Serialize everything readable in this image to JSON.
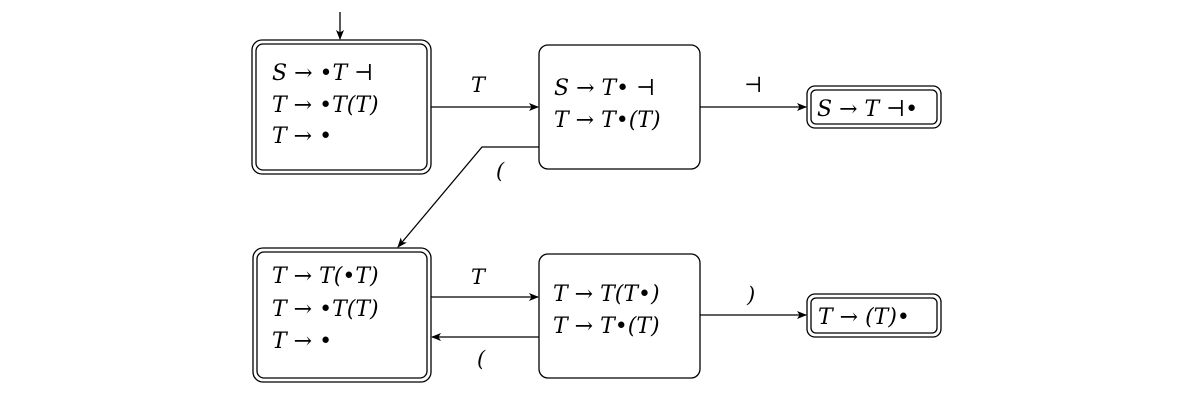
{
  "states": {
    "s0": {
      "accepting": true,
      "items": [
        "S → •T ⊣",
        "T → •T(T)",
        "T → •"
      ]
    },
    "s1": {
      "accepting": false,
      "items": [
        "S → T• ⊣",
        "T → T•(T)"
      ]
    },
    "s2": {
      "accepting": true,
      "items": [
        "S → T ⊣•"
      ]
    },
    "s3": {
      "accepting": true,
      "items": [
        "T → T(•T)",
        "T → •T(T)",
        "T → •"
      ]
    },
    "s4": {
      "accepting": false,
      "items": [
        "T → T(T•)",
        "T → T•(T)"
      ]
    },
    "s5": {
      "accepting": true,
      "items": [
        "T → (T)•"
      ]
    }
  },
  "transitions": {
    "start": {
      "to": "s0"
    },
    "s0_s1": {
      "from": "s0",
      "to": "s1",
      "label": "T"
    },
    "s1_s2": {
      "from": "s1",
      "to": "s2",
      "label": "⊣"
    },
    "s1_s3": {
      "from": "s1",
      "to": "s3",
      "label": "("
    },
    "s3_s4": {
      "from": "s3",
      "to": "s4",
      "label": "T"
    },
    "s4_s3": {
      "from": "s4",
      "to": "s3",
      "label": "("
    },
    "s4_s5": {
      "from": "s4",
      "to": "s5",
      "label": ")"
    }
  }
}
